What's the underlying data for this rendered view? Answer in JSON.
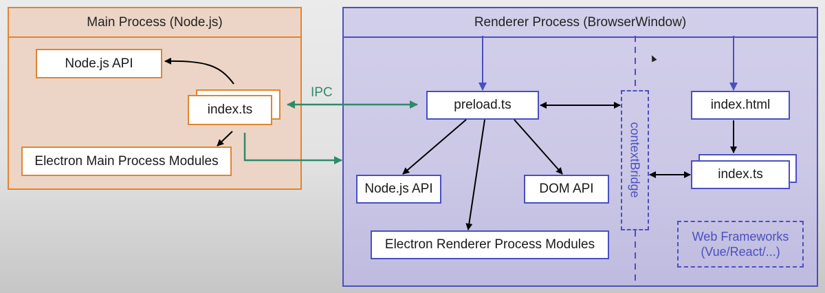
{
  "main_process": {
    "title": "Main Process (Node.js)",
    "nodes": {
      "nodejs_api": "Node.js API",
      "index_ts": "index.ts",
      "electron_main_modules": "Electron Main Process Modules"
    }
  },
  "renderer_process": {
    "title": "Renderer Process (BrowserWindow)",
    "nodes": {
      "preload_ts": "preload.ts",
      "nodejs_api": "Node.js API",
      "dom_api": "DOM API",
      "electron_renderer_modules": "Electron Renderer Process Modules",
      "index_html": "index.html",
      "index_ts": "index.ts"
    },
    "context_bridge": "contextBridge",
    "web_frameworks": {
      "line1": "Web Frameworks",
      "line2": "(Vue/React/...)"
    }
  },
  "ipc_label": "IPC",
  "colors": {
    "main_accent": "#e0852e",
    "main_fill": "#ecd5c6",
    "renderer_accent": "#4a4fbf",
    "renderer_fill": "#cfcbe8",
    "ipc_accent": "#2e8a6a",
    "arrow": "#000000"
  },
  "edges": [
    {
      "from": "index.ts (main)",
      "to": "Node.js API (main)",
      "style": "black-curved"
    },
    {
      "from": "index.ts (main)",
      "to": "Electron Main Process Modules",
      "style": "black"
    },
    {
      "from": "index.ts (main)",
      "to": "preload.ts",
      "style": "ipc-bidirectional"
    },
    {
      "from": "index.ts (main)",
      "to": "Renderer Process",
      "style": "ipc"
    },
    {
      "from": "Renderer Process header",
      "to": "preload.ts",
      "style": "blue"
    },
    {
      "from": "Renderer Process header",
      "to": "index.html",
      "style": "blue"
    },
    {
      "from": "preload.ts",
      "to": "contextBridge",
      "style": "black-bidirectional"
    },
    {
      "from": "preload.ts",
      "to": "Node.js API (renderer)",
      "style": "black"
    },
    {
      "from": "preload.ts",
      "to": "DOM API",
      "style": "black"
    },
    {
      "from": "preload.ts",
      "to": "Electron Renderer Process Modules",
      "style": "black"
    },
    {
      "from": "index.html",
      "to": "index.ts (renderer)",
      "style": "black"
    },
    {
      "from": "contextBridge",
      "to": "index.ts (renderer)",
      "style": "black-bidirectional"
    }
  ]
}
